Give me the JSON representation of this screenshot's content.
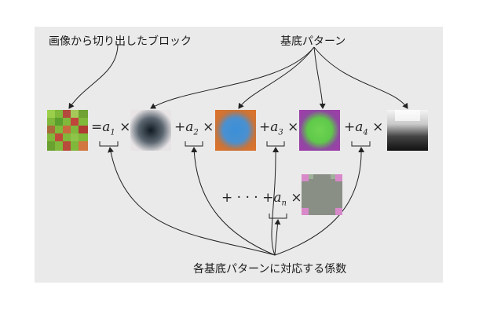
{
  "labels": {
    "image_block": "画像から切り出したブロック",
    "basis_patterns": "基底パターン",
    "coefficients": "各基底パターンに対応する係数"
  },
  "equation": {
    "equals": "=",
    "plus": "+",
    "times": "×",
    "coef_symbol": "a",
    "subscripts": [
      "1",
      "2",
      "3",
      "4",
      "n"
    ],
    "ellipsis": "+ · · ·"
  },
  "colors": {
    "panel_bg": "#eaeaea",
    "basis2_center": "#3b8fd8",
    "basis2_edge": "#d9732d",
    "basis3_center": "#5fc94a",
    "basis3_edge": "#9c3fa8",
    "basisn_fill": "#8a8f86",
    "basisn_corner": "#d889c9",
    "block_green": "#7fb83a",
    "block_red": "#c0453a"
  }
}
